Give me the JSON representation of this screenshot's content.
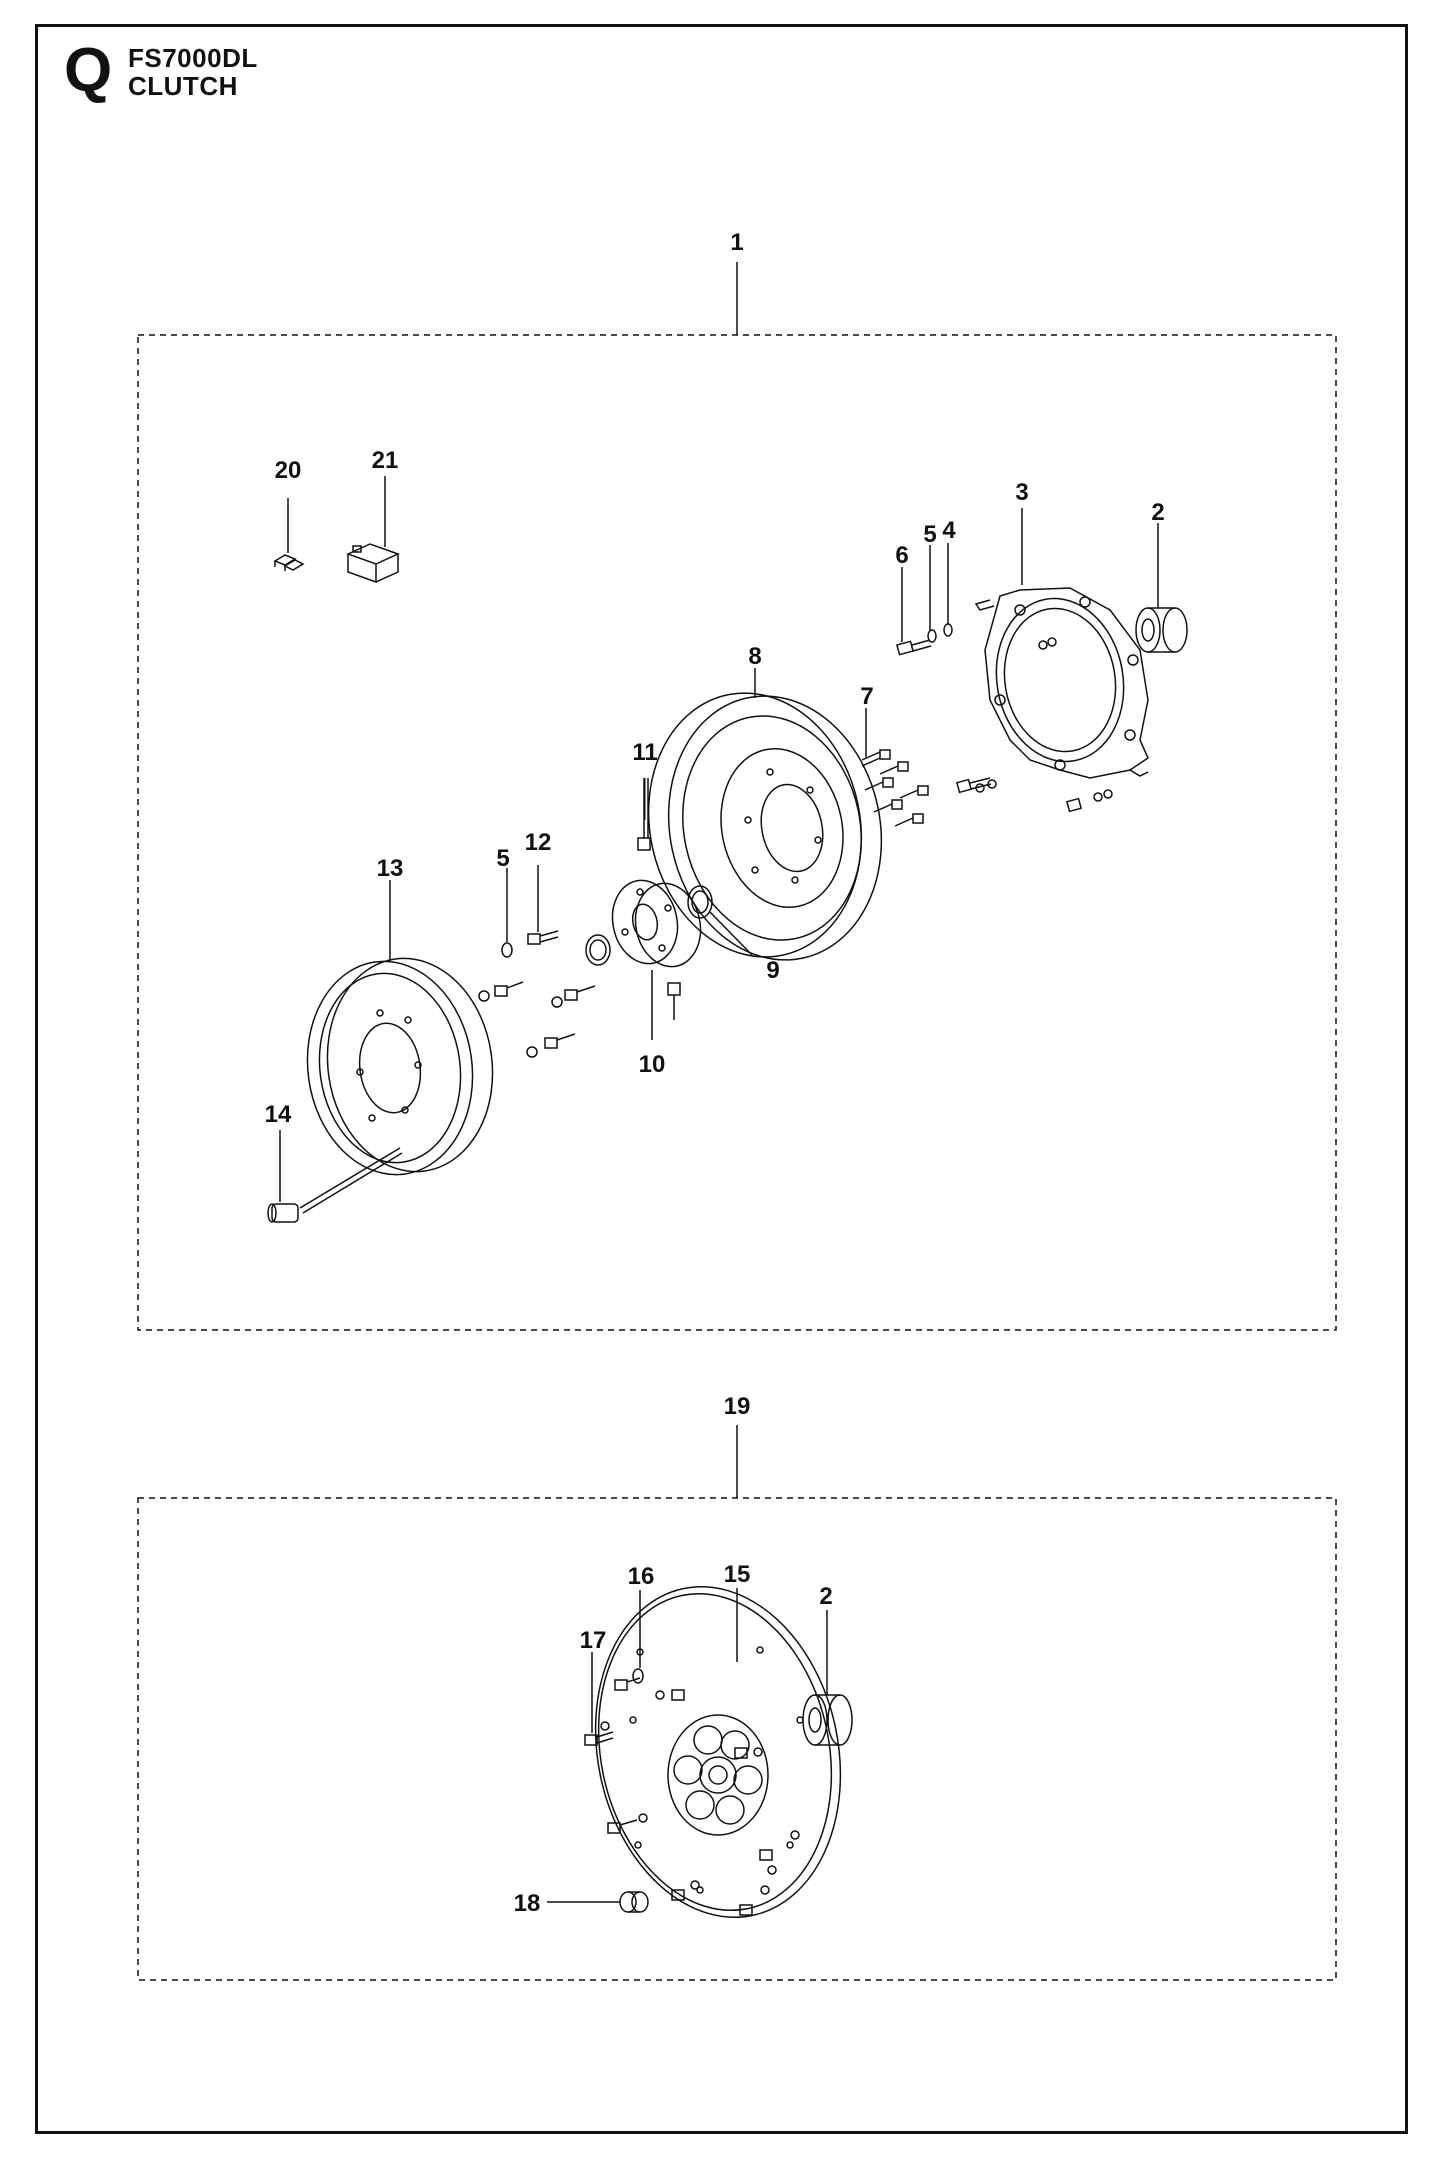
{
  "header": {
    "section_letter": "Q",
    "model": "FS7000DL",
    "section_title": "CLUTCH"
  },
  "callouts": {
    "c1": "1",
    "c2a": "2",
    "c3": "3",
    "c4": "4",
    "c5a": "5",
    "c6": "6",
    "c7": "7",
    "c8": "8",
    "c9": "9",
    "c10": "10",
    "c11": "11",
    "c5b": "5",
    "c12": "12",
    "c13": "13",
    "c14": "14",
    "c20": "20",
    "c21": "21",
    "c19": "19",
    "c16": "16",
    "c15": "15",
    "c2b": "2",
    "c17": "17",
    "c18": "18"
  },
  "colors": {
    "line": "#111111",
    "background": "#ffffff"
  }
}
